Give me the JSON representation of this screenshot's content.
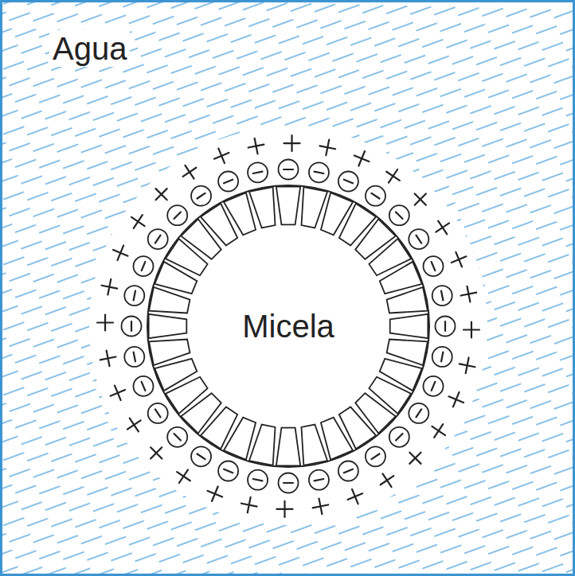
{
  "diagram": {
    "nodes": [
      {
        "text": [
          "Agua"
        ]
      },
      {
        "text": [
          "Micela"
        ],
        "in": 0
      }
    ]
  }
}
